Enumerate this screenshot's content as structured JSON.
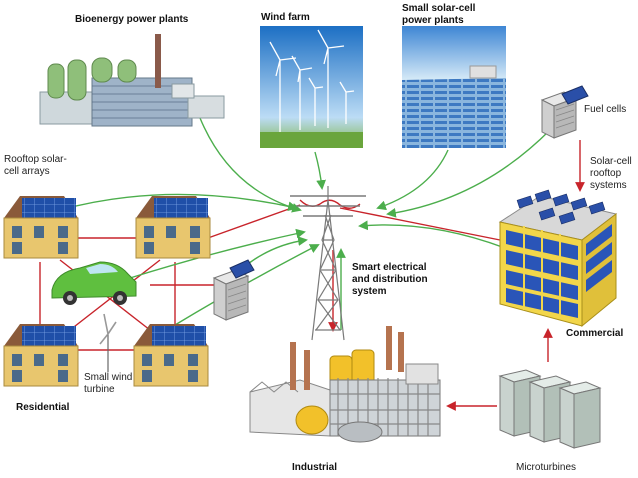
{
  "labels": {
    "bioenergy": "Bioenergy power plants",
    "wind_farm": "Wind farm",
    "solar_plants": "Small solar-cell\npower plants",
    "fuel_cells": "Fuel cells",
    "rooftop_arrays": "Rooftop solar-\ncell arrays",
    "rooftop_systems": "Solar-cell\nrooftop\nsystems",
    "smart_grid": "Smart electrical\nand distribution\nsystem",
    "commercial": "Commercial",
    "residential": "Residential",
    "small_wind": "Small wind\nturbine",
    "industrial": "Industrial",
    "microturbines": "Microturbines"
  },
  "colors": {
    "supply_line": "#4cae4c",
    "distribution_line": "#c8242b",
    "house_wall": "#e8c66e",
    "roof": "#8a5a3a",
    "solar_panel": "#1f4fa8",
    "office_glass": "#2a55b8",
    "office_frame": "#f2d64a",
    "car": "#5fbf3f",
    "tower": "#7a7a7a"
  }
}
